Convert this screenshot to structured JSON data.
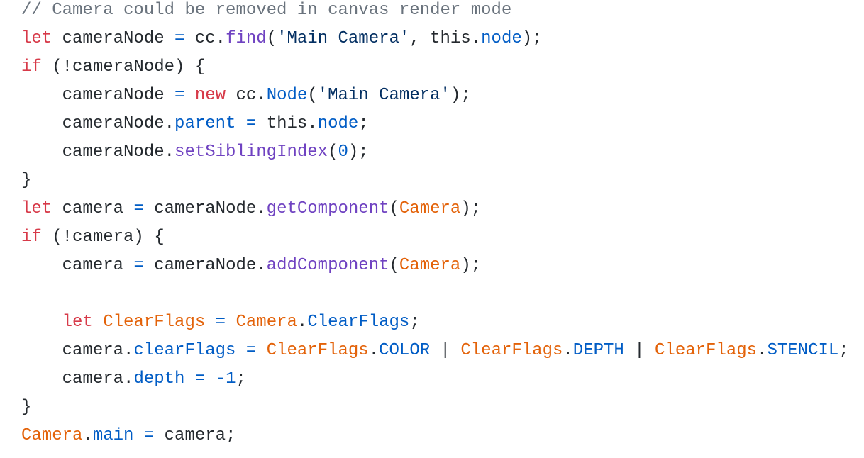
{
  "code_lines": [
    [
      [
        "// Camera could be removed in canvas render mode",
        "c"
      ]
    ],
    [
      [
        "let",
        "k"
      ],
      [
        " cameraNode ",
        "t"
      ],
      [
        "=",
        "p"
      ],
      [
        " cc.",
        "t"
      ],
      [
        "find",
        "f"
      ],
      [
        "(",
        "t"
      ],
      [
        "'Main Camera'",
        "s"
      ],
      [
        ", this.",
        "t"
      ],
      [
        "node",
        "p"
      ],
      [
        ");",
        "t"
      ]
    ],
    [
      [
        "if",
        "k"
      ],
      [
        " (!cameraNode) {",
        "t"
      ]
    ],
    [
      [
        "    cameraNode ",
        "t"
      ],
      [
        "=",
        "p"
      ],
      [
        " ",
        "t"
      ],
      [
        "new",
        "k"
      ],
      [
        " cc.",
        "t"
      ],
      [
        "Node",
        "p"
      ],
      [
        "(",
        "t"
      ],
      [
        "'Main Camera'",
        "s"
      ],
      [
        ");",
        "t"
      ]
    ],
    [
      [
        "    cameraNode.",
        "t"
      ],
      [
        "parent",
        "p"
      ],
      [
        " ",
        "t"
      ],
      [
        "=",
        "p"
      ],
      [
        " this.",
        "t"
      ],
      [
        "node",
        "p"
      ],
      [
        ";",
        "t"
      ]
    ],
    [
      [
        "    cameraNode.",
        "t"
      ],
      [
        "setSiblingIndex",
        "f"
      ],
      [
        "(",
        "t"
      ],
      [
        "0",
        "p"
      ],
      [
        ");",
        "t"
      ]
    ],
    [
      [
        "}",
        "t"
      ]
    ],
    [
      [
        "let",
        "k"
      ],
      [
        " camera ",
        "t"
      ],
      [
        "=",
        "p"
      ],
      [
        " cameraNode.",
        "t"
      ],
      [
        "getComponent",
        "f"
      ],
      [
        "(",
        "t"
      ],
      [
        "Camera",
        "o"
      ],
      [
        ");",
        "t"
      ]
    ],
    [
      [
        "if",
        "k"
      ],
      [
        " (!camera) {",
        "t"
      ]
    ],
    [
      [
        "    camera ",
        "t"
      ],
      [
        "=",
        "p"
      ],
      [
        " cameraNode.",
        "t"
      ],
      [
        "addComponent",
        "f"
      ],
      [
        "(",
        "t"
      ],
      [
        "Camera",
        "o"
      ],
      [
        ");",
        "t"
      ]
    ],
    [
      [
        "",
        "t"
      ]
    ],
    [
      [
        "    ",
        "t"
      ],
      [
        "let",
        "k"
      ],
      [
        " ",
        "t"
      ],
      [
        "ClearFlags",
        "o"
      ],
      [
        " ",
        "t"
      ],
      [
        "=",
        "p"
      ],
      [
        " ",
        "t"
      ],
      [
        "Camera",
        "o"
      ],
      [
        ".",
        "t"
      ],
      [
        "ClearFlags",
        "p"
      ],
      [
        ";",
        "t"
      ]
    ],
    [
      [
        "    camera.",
        "t"
      ],
      [
        "clearFlags",
        "p"
      ],
      [
        " ",
        "t"
      ],
      [
        "=",
        "p"
      ],
      [
        " ",
        "t"
      ],
      [
        "ClearFlags",
        "o"
      ],
      [
        ".",
        "t"
      ],
      [
        "COLOR",
        "p"
      ],
      [
        " | ",
        "t"
      ],
      [
        "ClearFlags",
        "o"
      ],
      [
        ".",
        "t"
      ],
      [
        "DEPTH",
        "p"
      ],
      [
        " | ",
        "t"
      ],
      [
        "ClearFlags",
        "o"
      ],
      [
        ".",
        "t"
      ],
      [
        "STENCIL",
        "p"
      ],
      [
        ";",
        "t"
      ]
    ],
    [
      [
        "    camera.",
        "t"
      ],
      [
        "depth",
        "p"
      ],
      [
        " ",
        "t"
      ],
      [
        "=",
        "p"
      ],
      [
        " ",
        "t"
      ],
      [
        "-1",
        "p"
      ],
      [
        ";",
        "t"
      ]
    ],
    [
      [
        "}",
        "t"
      ]
    ],
    [
      [
        "Camera",
        "o"
      ],
      [
        ".",
        "t"
      ],
      [
        "main",
        "p"
      ],
      [
        " ",
        "t"
      ],
      [
        "=",
        "p"
      ],
      [
        " camera;",
        "t"
      ]
    ]
  ]
}
